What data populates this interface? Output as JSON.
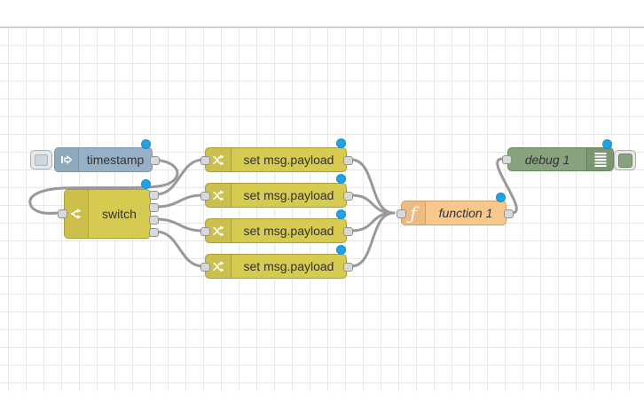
{
  "app": "flow-editor-canvas",
  "palette": {
    "inject_fill": "#96b1c7",
    "node_yellow_fill": "#d7ca50",
    "function_fill": "#f8c78c",
    "debug_fill": "#87a37e",
    "wire_color": "#999999",
    "port_fill": "#d9d9d9",
    "changed_indicator_blue": "#1fa2e6",
    "grid_line": "#e7e7e7"
  },
  "nodes": {
    "inject": {
      "label": "timestamp",
      "type": "inject",
      "changed": true
    },
    "switch": {
      "label": "switch",
      "type": "switch",
      "outputs": 4,
      "changed": true
    },
    "change1": {
      "label": "set msg.payload",
      "type": "change",
      "changed": true
    },
    "change2": {
      "label": "set msg.payload",
      "type": "change",
      "changed": true
    },
    "change3": {
      "label": "set msg.payload",
      "type": "change",
      "changed": true
    },
    "change4": {
      "label": "set msg.payload",
      "type": "change",
      "changed": true
    },
    "function": {
      "label": "function 1",
      "type": "function",
      "changed": true
    },
    "debug": {
      "label": "debug 1",
      "type": "debug",
      "changed": true
    }
  },
  "icons": {
    "function_glyph": "ƒ"
  },
  "connections": [
    {
      "from": "timestamp",
      "to": "switch"
    },
    {
      "from": "switch output 1",
      "to": "set msg.payload 1"
    },
    {
      "from": "switch output 2",
      "to": "set msg.payload 2"
    },
    {
      "from": "switch output 3",
      "to": "set msg.payload 3"
    },
    {
      "from": "switch output 4",
      "to": "set msg.payload 4"
    },
    {
      "from": "set msg.payload 1",
      "to": "function 1"
    },
    {
      "from": "set msg.payload 2",
      "to": "function 1"
    },
    {
      "from": "set msg.payload 3",
      "to": "function 1"
    },
    {
      "from": "set msg.payload 4",
      "to": "function 1"
    },
    {
      "from": "function 1",
      "to": "debug 1"
    }
  ]
}
